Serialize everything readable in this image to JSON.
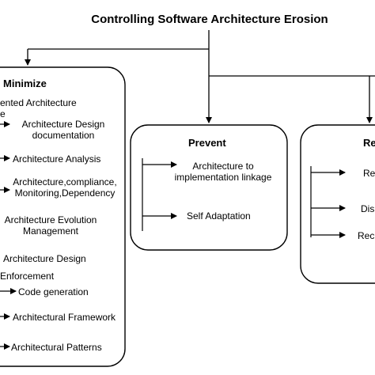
{
  "title": "Controlling Software Architecture Erosion",
  "minimize": {
    "heading": "Minimize",
    "sub1_line1": "ented Architecture",
    "sub1_line2": "e",
    "item_design_doc_l1": "Architecture Design",
    "item_design_doc_l2": "documentation",
    "item_analysis": "Architecture Analysis",
    "item_compliance_l1": "Architecture,compliance,",
    "item_compliance_l2": "Monitoring,Dependency",
    "evolution_l1": "Architecture Evolution",
    "evolution_l2": "Management",
    "design_l1": "Architecture Design",
    "design_l2": "Enforcement",
    "item_codegen": "Code generation",
    "item_framework": "Architectural Framework",
    "item_patterns": "Architectural Patterns"
  },
  "prevent": {
    "heading": "Prevent",
    "item_linkage_l1": "Architecture to",
    "item_linkage_l2": "implementation linkage",
    "item_adaptation": "Self Adaptation"
  },
  "repair": {
    "heading": "Re",
    "item1": "Re",
    "item2": "Dis",
    "item3": "Rec"
  }
}
